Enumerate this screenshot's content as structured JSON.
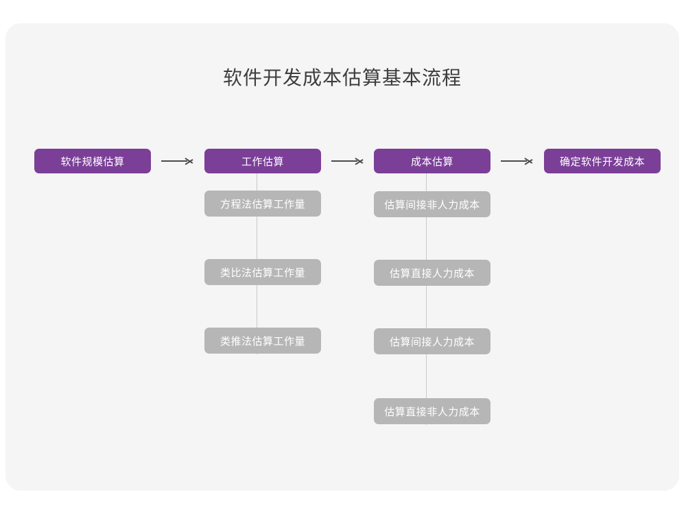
{
  "diagram": {
    "title": "软件开发成本估算基本流程",
    "colors": {
      "card_background": "#f5f5f5",
      "page_background": "#ffffff",
      "primary_node": "#7b3f98",
      "secondary_node": "#b6b6b6",
      "connector_line": "#c9c9c9",
      "arrow": "#4a4a4a",
      "title_text": "#3d3d3d",
      "node_text": "#ffffff"
    },
    "main_flow": [
      {
        "label": "软件规模估算"
      },
      {
        "label": "工作估算"
      },
      {
        "label": "成本估算"
      },
      {
        "label": "确定软件开发成本"
      }
    ],
    "arrows": [
      {
        "name": "arrow-1",
        "glyph": "→"
      },
      {
        "name": "arrow-2",
        "glyph": "→"
      },
      {
        "name": "arrow-3",
        "glyph": "→"
      }
    ],
    "branches": [
      {
        "parent": "工作估算",
        "items": [
          {
            "label": "方程法估算工作量"
          },
          {
            "label": "类比法估算工作量"
          },
          {
            "label": "类推法估算工作量"
          }
        ]
      },
      {
        "parent": "成本估算",
        "items": [
          {
            "label": "估算间接非人力成本"
          },
          {
            "label": "估算直接人力成本"
          },
          {
            "label": "估算间接人力成本"
          },
          {
            "label": "估算直接非人力成本"
          }
        ]
      }
    ]
  }
}
